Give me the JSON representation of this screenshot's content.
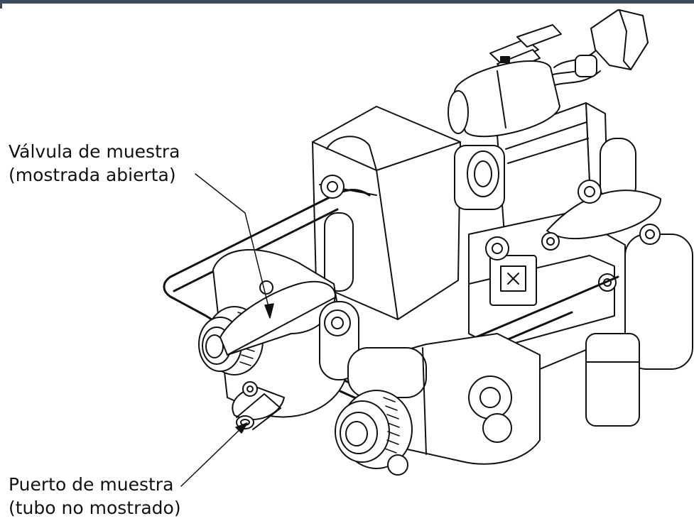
{
  "labels": {
    "sample_valve": {
      "line1": "Válvula de muestra",
      "line2": "(mostrada abierta)"
    },
    "sample_port": {
      "line1": "Puerto de muestra",
      "line2": "(tubo no mostrado)"
    }
  },
  "colors": {
    "frame_bar": "#3b4a5e",
    "line_art": "#111111",
    "background": "#ffffff"
  },
  "icons": [
    "valve-assembly-drawing",
    "leader-arrow"
  ]
}
